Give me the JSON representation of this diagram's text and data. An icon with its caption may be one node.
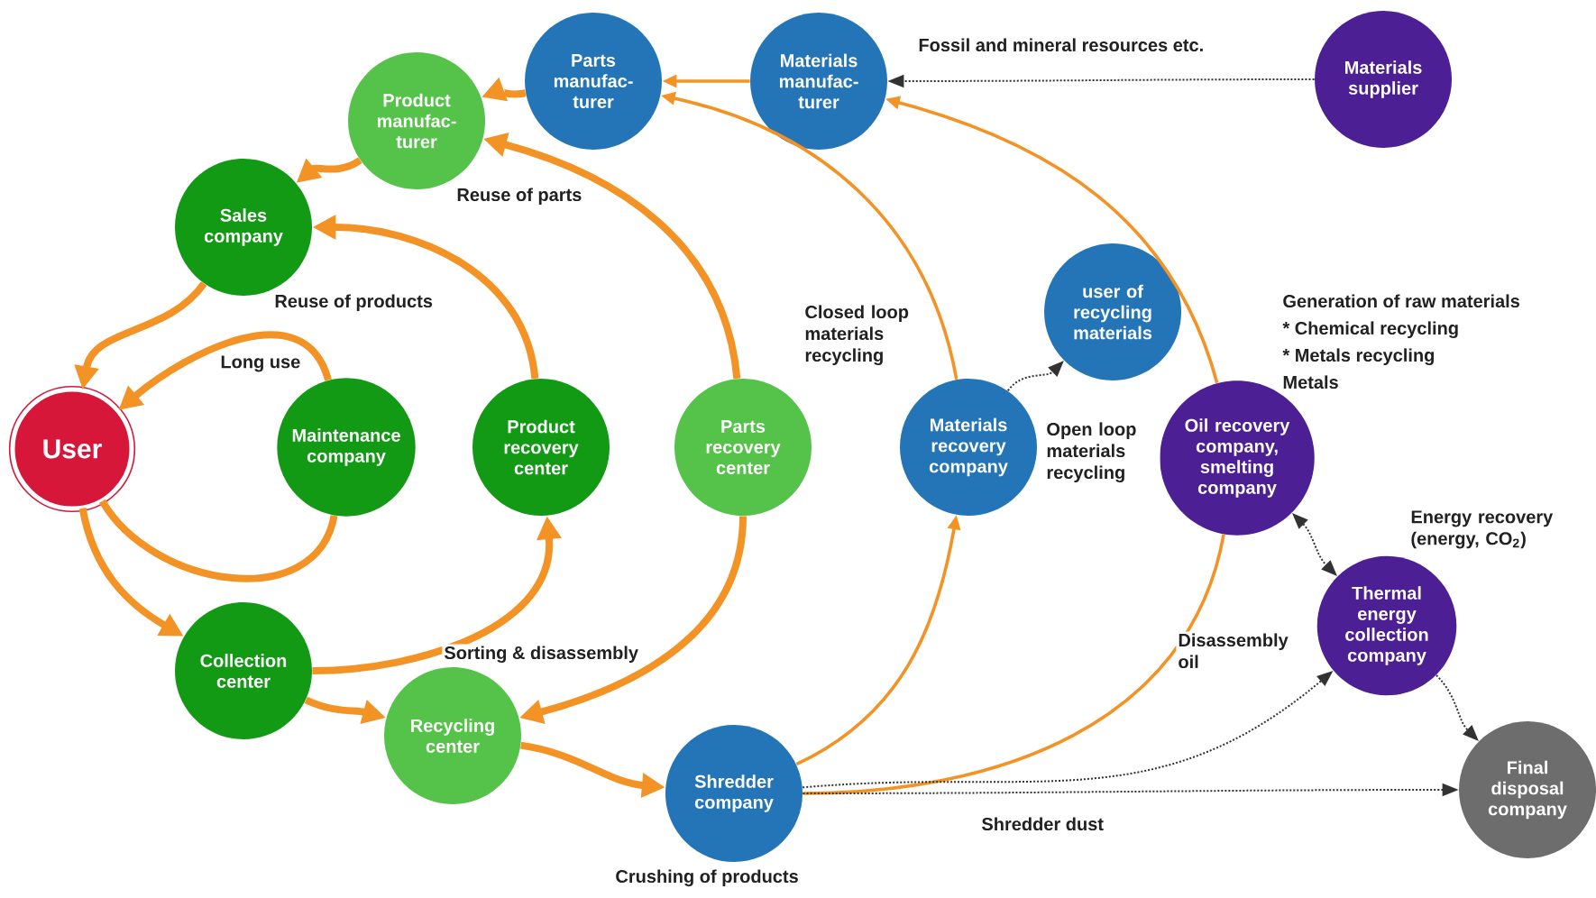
{
  "diagram": {
    "nodes": [
      {
        "text": [
          "User"
        ]
      },
      {
        "text": [
          "Maintenance company"
        ]
      },
      {
        "text": [
          "Product recovery center"
        ]
      },
      {
        "text": [
          "Parts recovery center"
        ]
      },
      {
        "text": [
          "Sales company"
        ]
      },
      {
        "text": [
          "Product manufac-turer"
        ]
      },
      {
        "text": [
          "Parts manufac-turer"
        ]
      },
      {
        "text": [
          "Materials manufac-turer"
        ]
      },
      {
        "text": [
          "Materials supplier"
        ]
      },
      {
        "text": [
          "Collection center"
        ]
      },
      {
        "text": [
          "Recycling center"
        ]
      },
      {
        "text": [
          "Shredder company"
        ],
        "beside": [
          "Crushing of products"
        ]
      },
      {
        "text": [
          "Materials recovery company"
        ]
      },
      {
        "text": [
          "user of recycling materials"
        ]
      },
      {
        "text": [
          "Oil recovery company, smelting company"
        ]
      },
      {
        "text": [
          "Thermal energy collection company"
        ]
      },
      {
        "text": [
          "Final disposal company"
        ]
      }
    ],
    "edges": [
      {
        "from": 8,
        "to": 7,
        "arrow": "to",
        "style": "dashed",
        "color": "#333333"
      },
      {
        "from": 7,
        "to": 6,
        "arrow": "to"
      },
      {
        "from": 6,
        "to": 5,
        "arrow": "to"
      },
      {
        "from": 5,
        "to": 4,
        "arrow": "to"
      },
      {
        "from": 4,
        "to": 0,
        "arrow": "to"
      },
      {
        "from": 1,
        "to": 0,
        "arrow": "to"
      },
      {
        "from": 0,
        "to": 1,
        "arrow": "none"
      },
      {
        "from": 2,
        "to": 4,
        "arrow": "to"
      },
      {
        "from": 3,
        "to": 5,
        "arrow": "to"
      },
      {
        "from": 0,
        "to": 9,
        "arrow": "to"
      },
      {
        "from": 9,
        "to": 2,
        "arrow": "to"
      },
      {
        "from": 9,
        "to": 10,
        "arrow": "to"
      },
      {
        "from": 3,
        "to": 10,
        "arrow": "to"
      },
      {
        "from": 10,
        "to": 11,
        "arrow": "to"
      },
      {
        "from": 11,
        "to": 12,
        "arrow": "to"
      },
      {
        "from": 12,
        "to": 6,
        "arrow": "to"
      },
      {
        "from": 12,
        "to": 13,
        "arrow": "to",
        "style": "dashed",
        "color": "#333333"
      },
      {
        "from": 14,
        "to": 7,
        "arrow": "to"
      },
      {
        "from": 11,
        "to": 14,
        "arrow": "none"
      },
      {
        "from": 14,
        "to": 15,
        "arrow": "both",
        "style": "dashed",
        "color": "#333333"
      },
      {
        "from": 15,
        "to": 16,
        "arrow": "to",
        "style": "dashed",
        "color": "#333333"
      },
      {
        "from": 11,
        "to": 16,
        "arrow": "to",
        "style": "dashed",
        "color": "#333333"
      },
      {
        "from": 11,
        "to": 15,
        "arrow": "to",
        "style": "dashed",
        "color": "#333333"
      }
    ],
    "labels": [
      "Fossil and mineral resources etc.",
      "Reuse of parts",
      "Reuse of products",
      "Long use",
      "Closed loop materials recycling",
      "Generation of raw materials",
      "* Chemical recycling",
      "* Metals recycling",
      "Metals",
      "Open loop materials recycling",
      "Energy recovery (energy, CO$_{2}$)",
      "Disassembly oil",
      "Sorting & disassembly",
      "Shredder dust"
    ]
  }
}
